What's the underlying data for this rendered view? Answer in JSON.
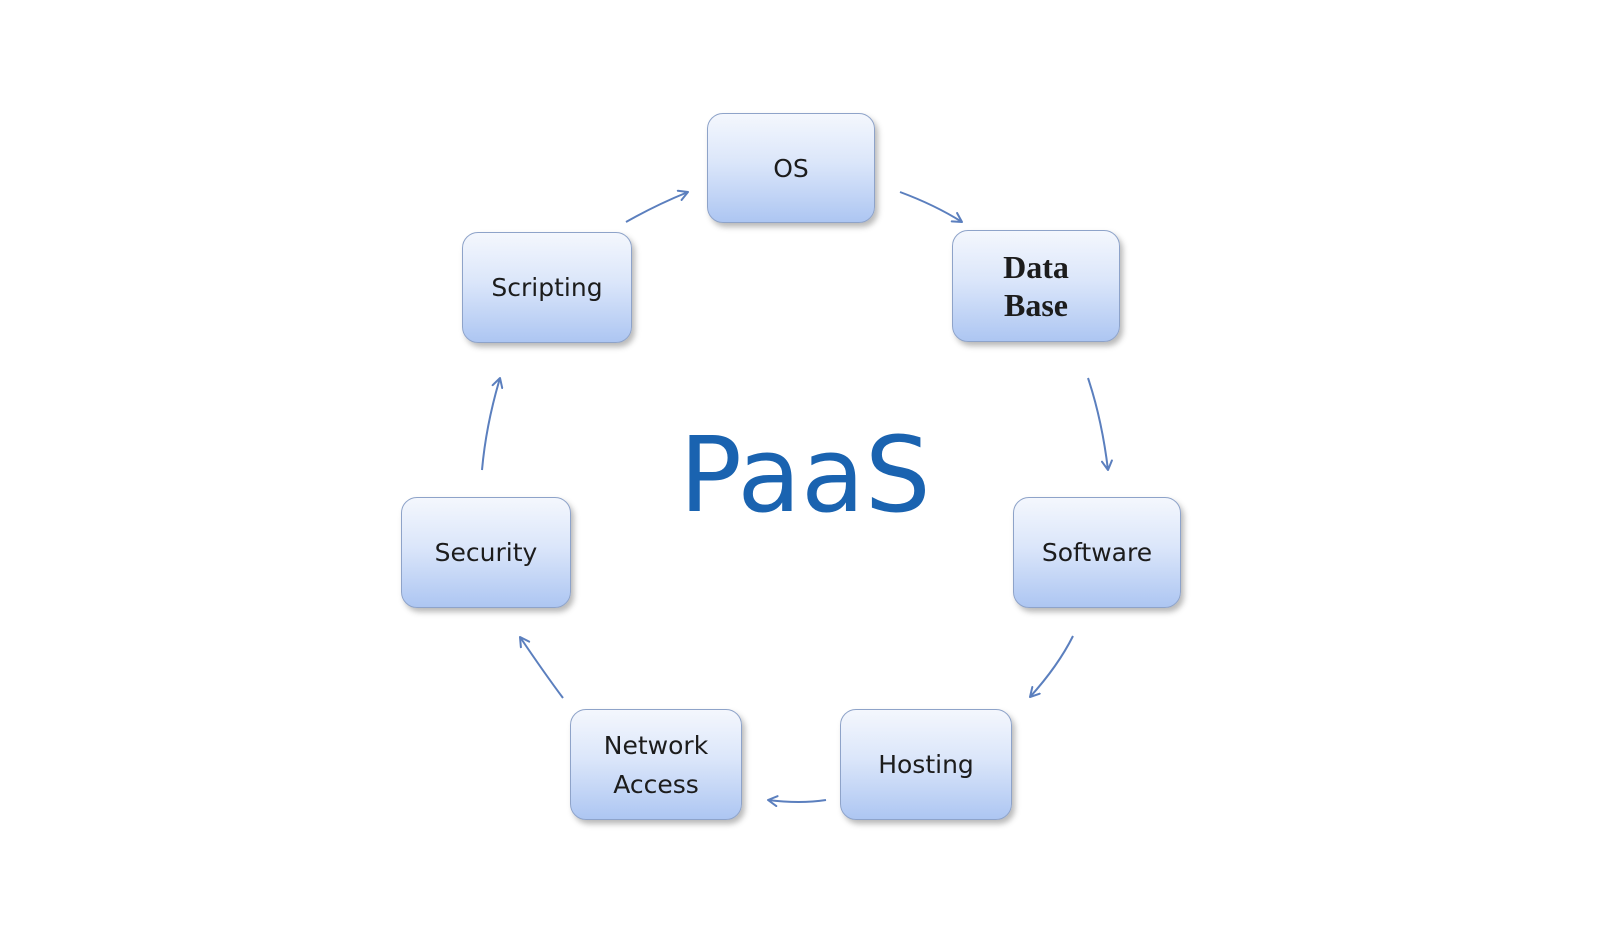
{
  "diagram": {
    "center_label": "PaaS",
    "nodes": {
      "os": {
        "lines": [
          "OS"
        ]
      },
      "database": {
        "lines": [
          "Data",
          "Base"
        ]
      },
      "software": {
        "lines": [
          "Software"
        ]
      },
      "hosting": {
        "lines": [
          "Hosting"
        ]
      },
      "network_access": {
        "lines": [
          "Network",
          "Access"
        ]
      },
      "security": {
        "lines": [
          "Security"
        ]
      },
      "scripting": {
        "lines": [
          "Scripting"
        ]
      }
    },
    "cycle_order": [
      "OS",
      "Data Base",
      "Software",
      "Hosting",
      "Network Access",
      "Security",
      "Scripting"
    ],
    "colors": {
      "title": "#1a63b0",
      "arrow": "#5b7fbe",
      "node_border": "#8ea3c9",
      "node_fill_top": "#f4f7fd",
      "node_fill_bottom": "#adc6f2"
    }
  }
}
